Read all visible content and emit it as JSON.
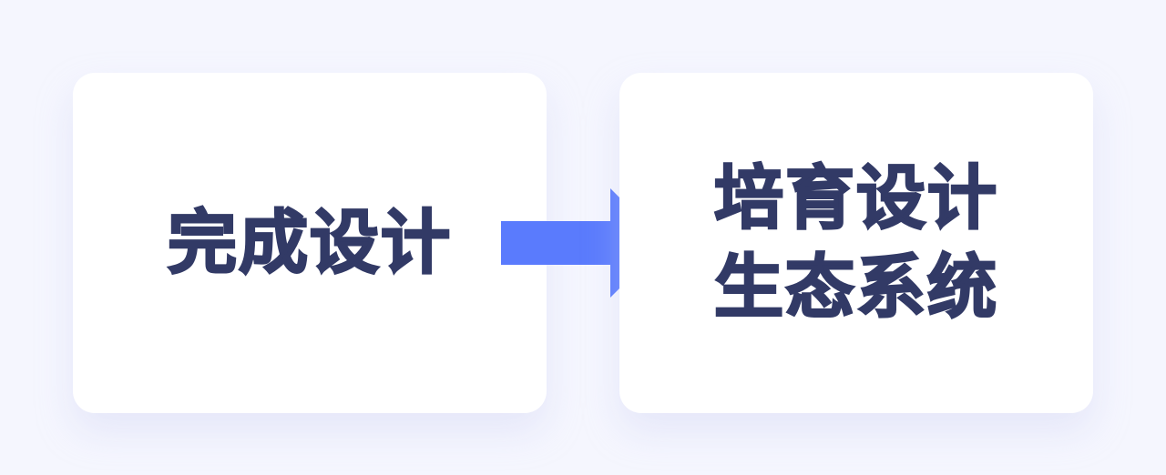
{
  "diagram": {
    "type": "flow",
    "background_color": "#F5F6FE",
    "text_color": "#323A66",
    "arrow_color": "#5A7BFD",
    "nodes": [
      {
        "id": "from",
        "lines": [
          "完成设计"
        ]
      },
      {
        "id": "to",
        "lines": [
          "培育设计",
          "生态系统"
        ]
      }
    ],
    "edges": [
      {
        "from": "from",
        "to": "to",
        "icon": "right-arrow-icon"
      }
    ]
  }
}
